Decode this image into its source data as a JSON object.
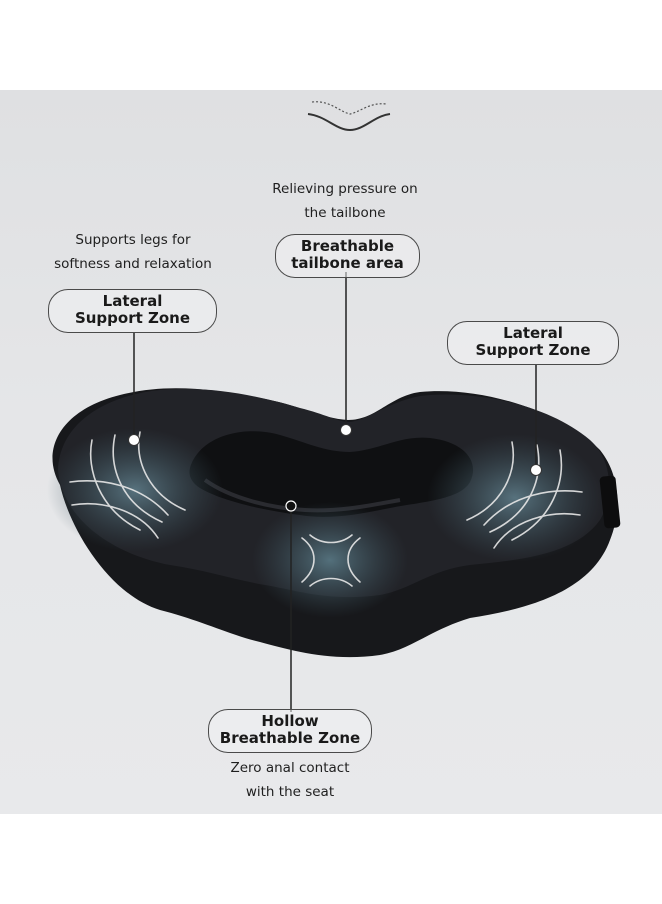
{
  "labels": {
    "top_caption": [
      "Relieving pressure on",
      "the tailbone"
    ],
    "left_caption": [
      "Supports legs for",
      "softness and relaxation"
    ],
    "center_pill": [
      "Breathable",
      "tailbone area"
    ],
    "left_pill": [
      "Lateral",
      "Support Zone"
    ],
    "right_pill": [
      "Lateral",
      "Support Zone"
    ],
    "bottom_pill": [
      "Hollow",
      "Breathable Zone"
    ],
    "bottom_caption": [
      "Zero anal contact",
      "with the seat"
    ]
  },
  "colors": {
    "background": "#e3e4e6",
    "cushion": "#1c1d20",
    "zone_highlight": "#4a6570",
    "pill_border": "#4a4a4a"
  },
  "icons": {
    "top": "cushion-profile-wave-icon"
  }
}
